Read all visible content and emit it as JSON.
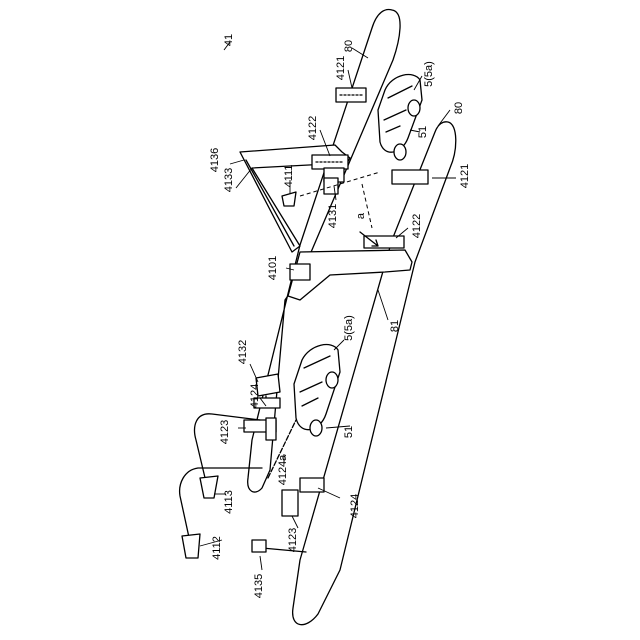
{
  "figure_number": "41",
  "labels": {
    "lane_upper": "80",
    "lane_lower": "80",
    "island": "81",
    "vehicle_upper": "5(5a)",
    "vehicle_lower": "5(5a)",
    "vehicle_part_upper": "51",
    "vehicle_part_lower": "51",
    "sensor_4121_upper": "4121",
    "sensor_4121_lower": "4121",
    "sensor_4122_upper": "4122",
    "sensor_4122_lower": "4122",
    "gantry": "4136",
    "gantry_arm": "4133",
    "camera_4111": "4111",
    "unit_4131": "4131",
    "flow_arrow": "a",
    "unit_4101": "4101",
    "display_4132": "4132",
    "unit_4124": "4124",
    "unit_4123": "4123",
    "barrier": "4124a",
    "camera_4113": "4113",
    "camera_4112": "4112",
    "unit_4123_lower": "4123",
    "unit_4124_lower": "4124",
    "sign_4135": "4135"
  }
}
